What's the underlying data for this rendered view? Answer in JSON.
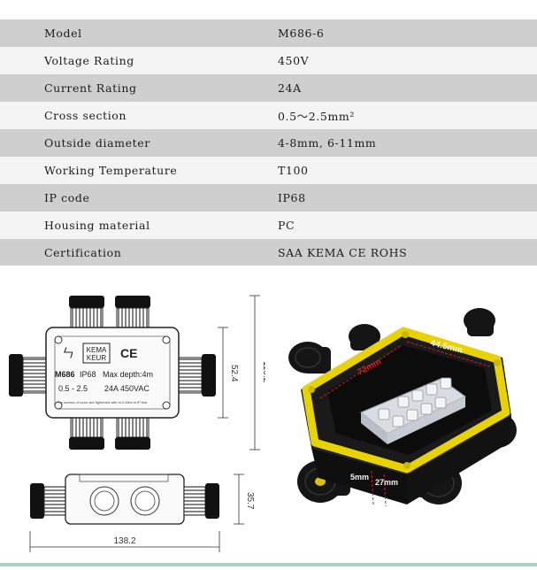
{
  "specs": [
    {
      "label": "Model",
      "value": "M686-6"
    },
    {
      "label": "Voltage Rating",
      "value": "450V"
    },
    {
      "label": "Current Rating",
      "value": "24A"
    },
    {
      "label": "Cross section",
      "value": "0.5～2.5mm²"
    },
    {
      "label": "Outside diameter",
      "value": "4-8mm, 6-11mm"
    },
    {
      "label": "Working Temperature",
      "value": "T100"
    },
    {
      "label": "IP code",
      "value": "IP68"
    },
    {
      "label": "Housing material",
      "value": "PC"
    },
    {
      "label": "Certification",
      "value": "SAA KEMA CE ROHS"
    }
  ],
  "drawing": {
    "model": "M686",
    "ip": "IP68",
    "depth": "Max depth:4m",
    "section": "0.5 - 2.5",
    "rating": "24A 450VAC",
    "note": "The screws of cover are tightened with to 0.5Nm in IP test",
    "kema": "KEMA",
    "keur": "KEUR",
    "ce": "CE",
    "dim_height_inner": "52.4",
    "dim_height_outer": "110.2",
    "dim_side": "35.7",
    "dim_width": "138.2"
  },
  "photo": {
    "dim_a": "72mm",
    "dim_b": "44.5mm",
    "dim_c": "5mm",
    "dim_d": "27mm"
  },
  "colors": {
    "row_dark": "#cfcfcf",
    "row_light": "#f4f4f4",
    "housing": "#1a1a1a",
    "gasket": "#e8d200",
    "dimension": "#d42020"
  }
}
